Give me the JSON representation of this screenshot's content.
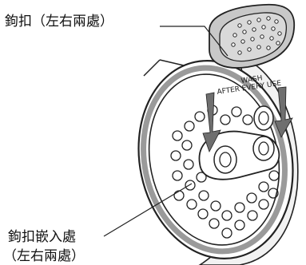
{
  "labels": {
    "hook": "鉤扣（左右兩處）",
    "slot_line1": "鉤扣嵌入處",
    "slot_line2": "（左右兩處）"
  },
  "lid_text": {
    "line1": "WASH",
    "line2": "AFTER EVERY USE"
  },
  "colors": {
    "outline": "#222222",
    "gasket_gray": "#9a9a9a",
    "hook_fill": "#c8c8c8",
    "arrow_gray": "#6f6f6f",
    "background": "#ffffff"
  }
}
